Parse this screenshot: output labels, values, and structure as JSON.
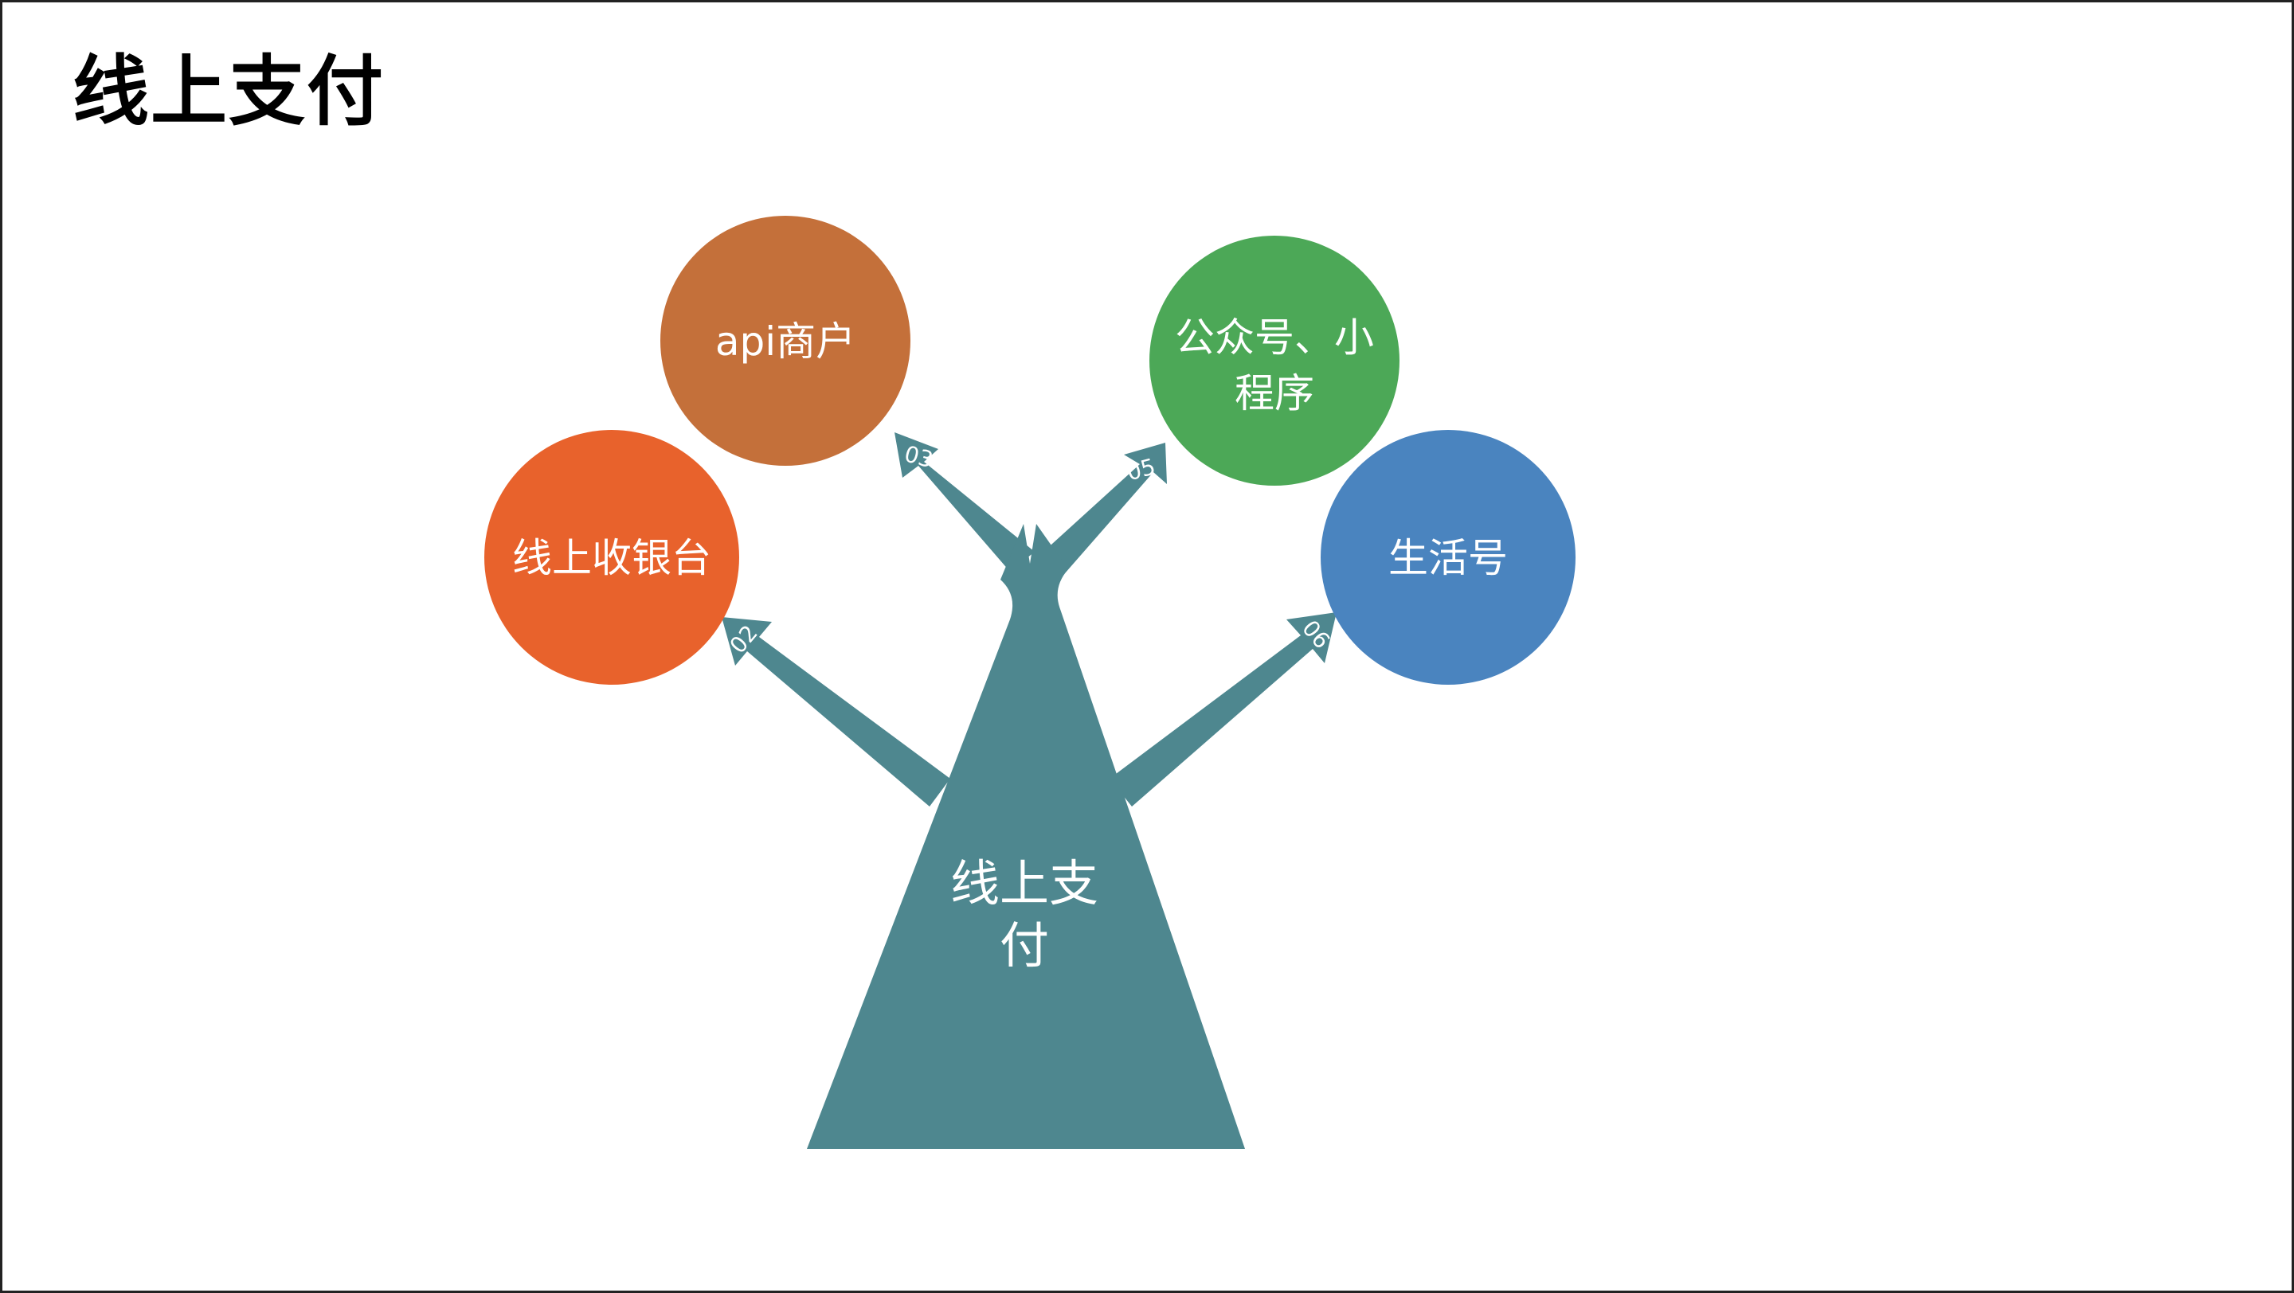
{
  "slide": {
    "title": "线上支付"
  },
  "diagram": {
    "trunk": {
      "label_line1": "线上支",
      "label_line2": "付",
      "color": "#4E878F"
    },
    "branches": [
      {
        "number": "02",
        "label_lines": [
          "线上收银台"
        ],
        "color": "#E8622C"
      },
      {
        "number": "03",
        "label_lines": [
          "api商户"
        ],
        "color": "#C4703A"
      },
      {
        "number": "05",
        "label_lines": [
          "公众号、小",
          "程序"
        ],
        "color": "#4CA857"
      },
      {
        "number": "06",
        "label_lines": [
          "生活号"
        ],
        "color": "#4A84BF"
      }
    ]
  }
}
